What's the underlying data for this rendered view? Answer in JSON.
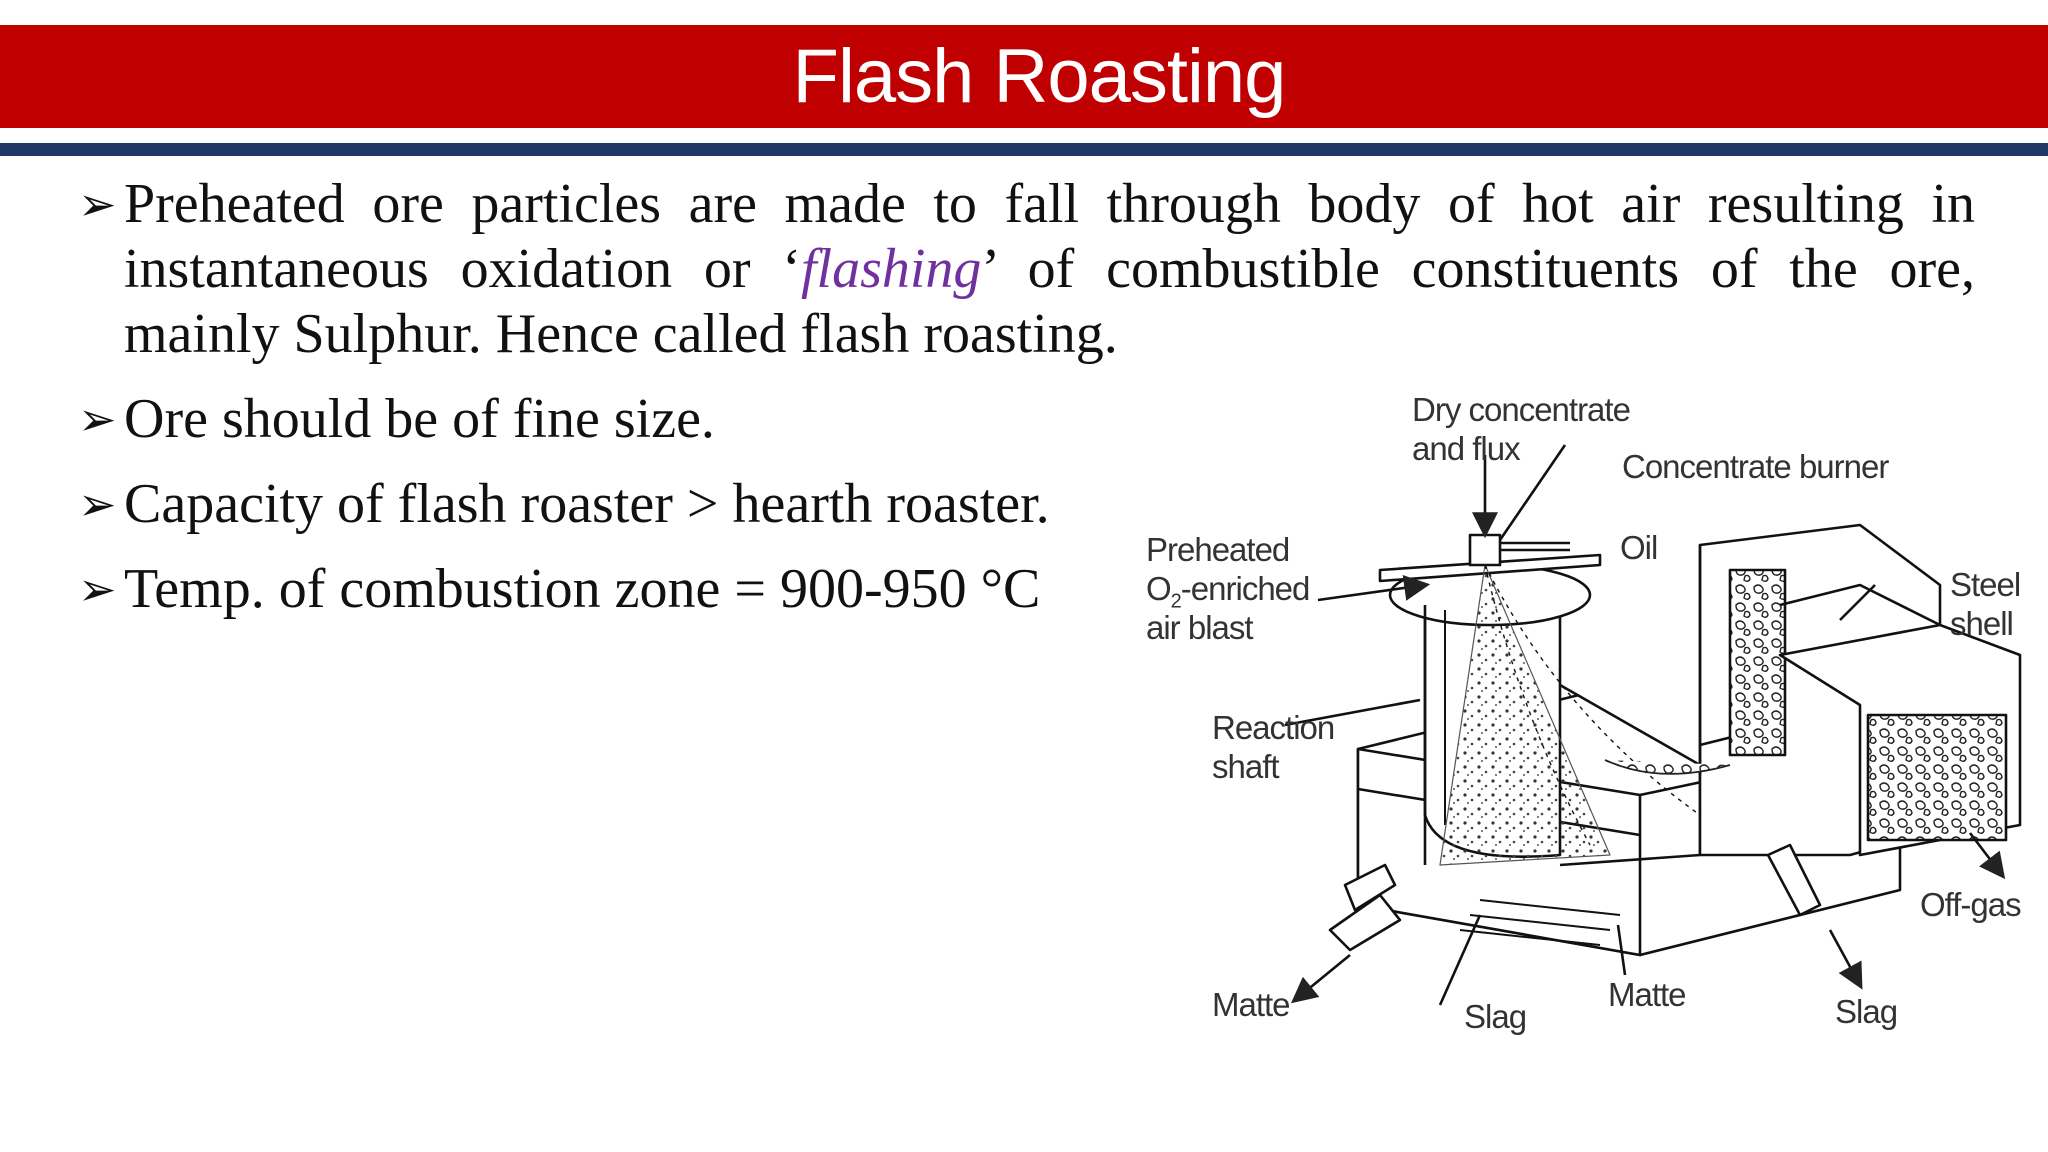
{
  "slide": {
    "title": "Flash Roasting",
    "accent_color": "#c00000",
    "rule_color": "#1f3864",
    "highlight_color": "#7030a0"
  },
  "bullets": {
    "b1_part1": "Preheated ore particles are made to fall through  body of hot air resulting in instantaneous oxidation or ‘",
    "b1_highlight": "flashing",
    "b1_part2": "’ of combustible constituents of the ore, mainly Sulphur. Hence called flash  roasting.",
    "b2": "Ore should be of  fine size.",
    "b3": "Capacity of flash roaster > hearth roaster.",
    "b4": "Temp. of combustion zone = 900-950 °C",
    "bullet_glyph": "➢"
  },
  "diagram": {
    "dry_concentrate": "Dry concentrate",
    "and_flux": "and flux",
    "concentrate_burner": "Concentrate burner",
    "oil": "Oil",
    "preheated": "Preheated",
    "o2_enriched_o": "O",
    "o2_enriched_sub": "2",
    "o2_enriched_rest": "-enriched",
    "air_blast": "air blast",
    "steel": "Steel",
    "shell": "shell",
    "reaction": "Reaction",
    "shaft": "shaft",
    "off_gas": "Off-gas",
    "matte_left": "Matte",
    "slag_mid": "Slag",
    "matte_mid": "Matte",
    "slag_right": "Slag"
  }
}
